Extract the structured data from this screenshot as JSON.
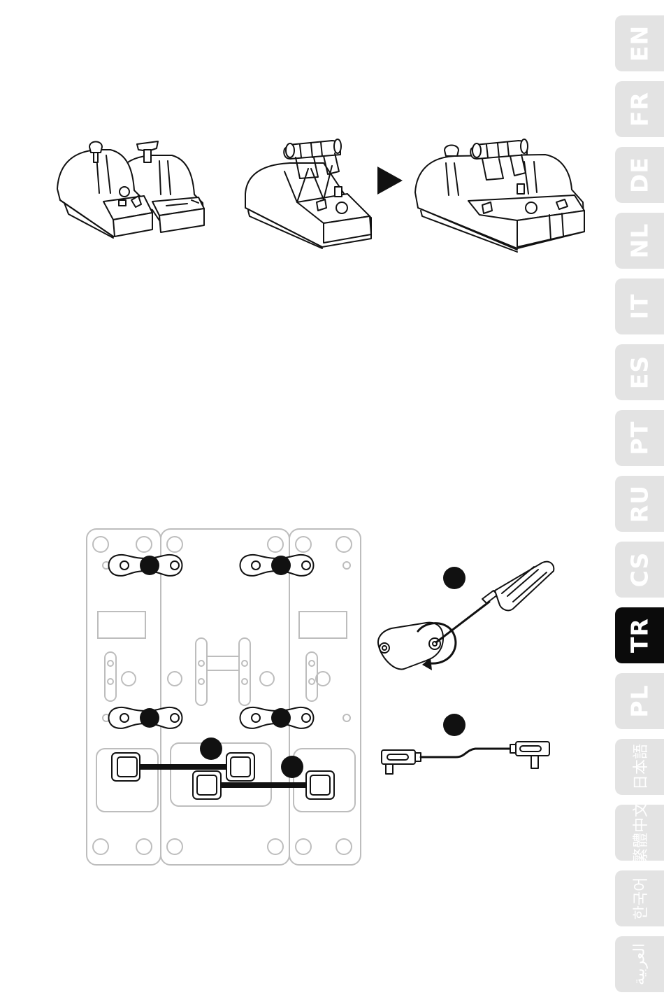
{
  "language_tabs": [
    {
      "code": "EN",
      "active": false
    },
    {
      "code": "FR",
      "active": false
    },
    {
      "code": "DE",
      "active": false
    },
    {
      "code": "NL",
      "active": false
    },
    {
      "code": "IT",
      "active": false
    },
    {
      "code": "ES",
      "active": false
    },
    {
      "code": "PT",
      "active": false
    },
    {
      "code": "RU",
      "active": false
    },
    {
      "code": "CS",
      "active": false
    },
    {
      "code": "TR",
      "active": true
    },
    {
      "code": "PL",
      "active": false
    },
    {
      "code": "日本語",
      "active": false
    },
    {
      "code": "繁體中文",
      "active": false
    },
    {
      "code": "한국어",
      "active": false
    },
    {
      "code": "العربية",
      "active": false
    }
  ],
  "colors": {
    "tab_inactive": "#e3e3e3",
    "tab_active": "#0b0b0b",
    "line_art": "#111111",
    "baseplate_outline": "#bdbdbd"
  },
  "illustrations": {
    "top": [
      "two-add-on-modules",
      "throttle-unit",
      "arrow-right-icon",
      "assembled-unit"
    ],
    "bottom": [
      "baseplate-underside",
      "screwdriver-step",
      "cable-step"
    ]
  }
}
